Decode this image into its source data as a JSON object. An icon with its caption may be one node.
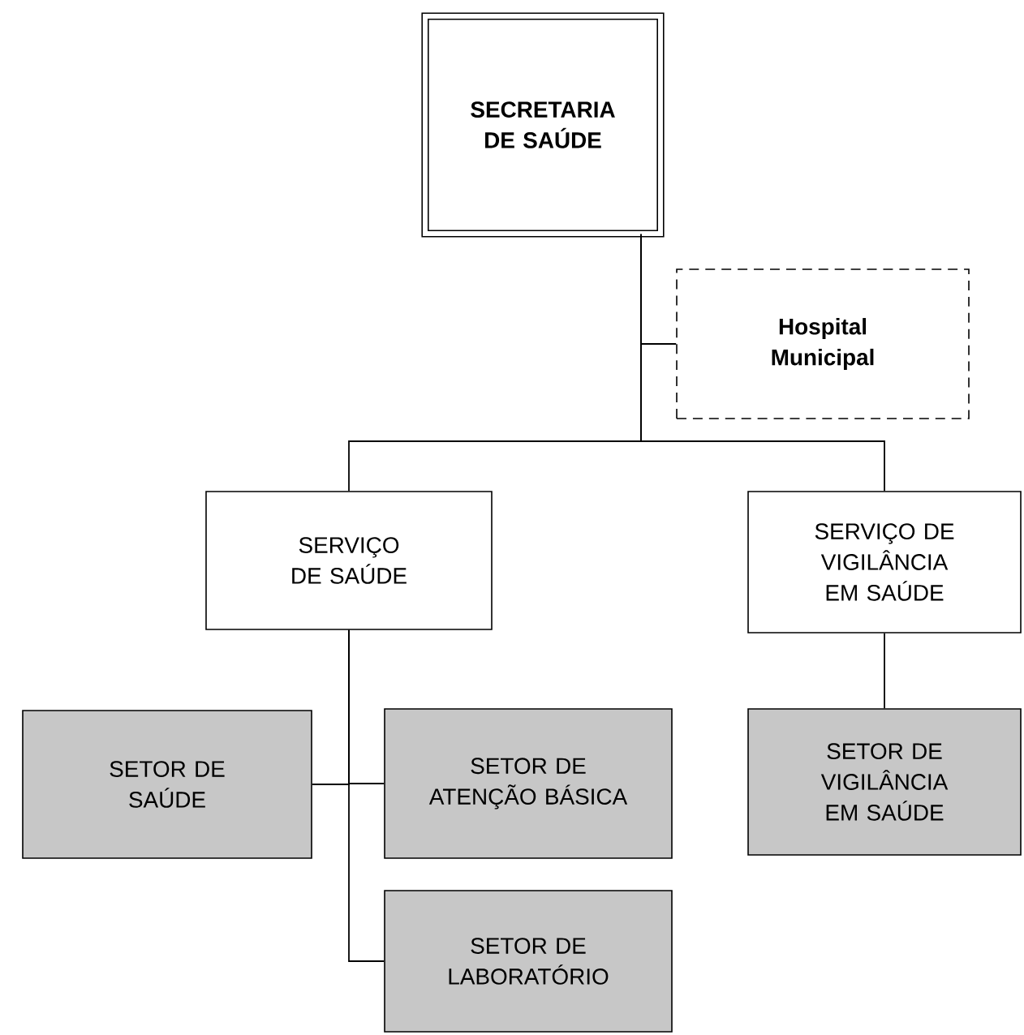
{
  "diagram": {
    "nodes": [
      {
        "text": [
          "SECRETARIA DE SAÚDE"
        ]
      },
      {
        "text": [
          "Hospital Municipal"
        ]
      },
      {
        "text": [
          "SERVIÇO DE SAÚDE"
        ]
      },
      {
        "text": [
          "SERVIÇO DE VIGILÂNCIA EM SAÚDE"
        ]
      },
      {
        "text": [
          "SETOR DE SAÚDE"
        ]
      },
      {
        "text": [
          "SETOR DE ATENÇÃO BÁSICA"
        ]
      },
      {
        "text": [
          "SETOR DE LABORATÓRIO"
        ]
      },
      {
        "text": [
          "SETOR DE VIGILÂNCIA EM SAÚDE"
        ]
      }
    ],
    "edges": [
      {
        "from": 0,
        "to": 1,
        "arrow": "none"
      },
      {
        "from": 0,
        "to": 2,
        "arrow": "none"
      },
      {
        "from": 0,
        "to": 3,
        "arrow": "none"
      },
      {
        "from": 2,
        "to": 4,
        "arrow": "none"
      },
      {
        "from": 2,
        "to": 5,
        "arrow": "none"
      },
      {
        "from": 2,
        "to": 6,
        "arrow": "none"
      },
      {
        "from": 3,
        "to": 7,
        "arrow": "none"
      }
    ]
  }
}
